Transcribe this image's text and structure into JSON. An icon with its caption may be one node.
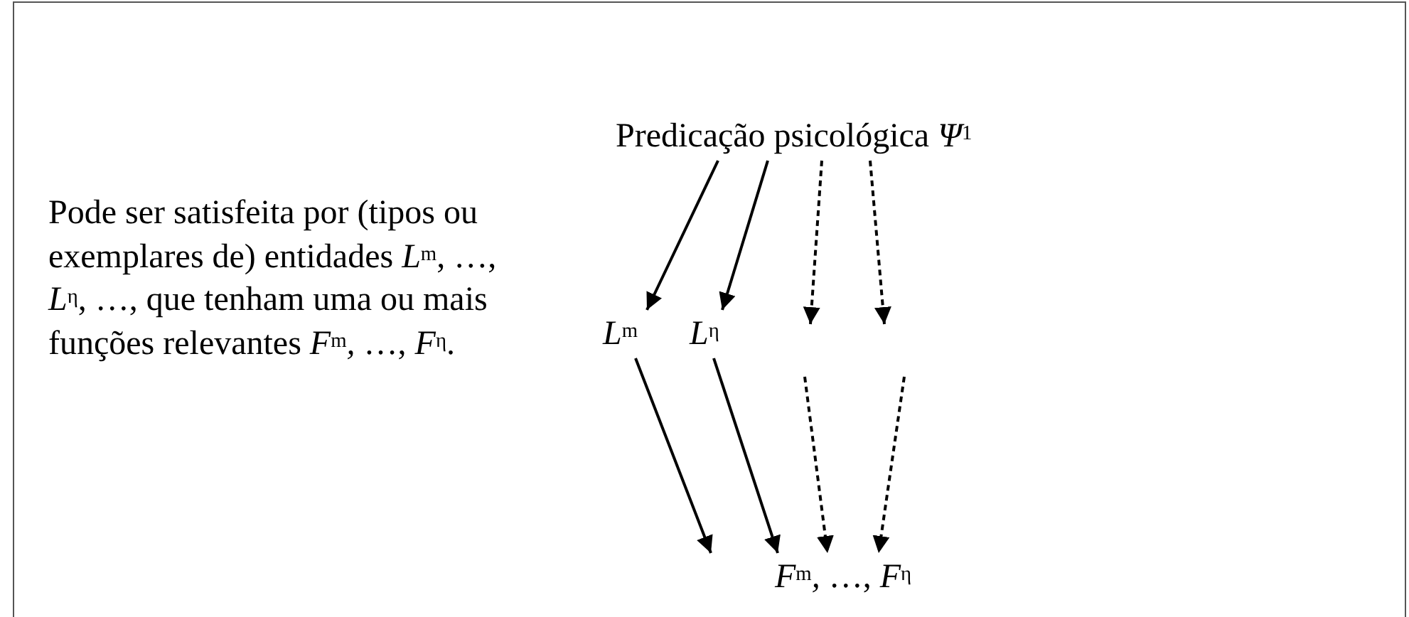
{
  "diagram": {
    "nodes": [
      {
        "text": [
          "Predicação psicológica *Ψ*$^{1}$"
        ]
      },
      {
        "text": [
          "*L*$^{m}$"
        ]
      },
      {
        "text": [
          "*L*$^{η}$"
        ]
      },
      {
        "text": [
          "*F*$^{m}$*,* …, *F*$^{η}$"
        ]
      }
    ],
    "edges": [
      {
        "from": 0,
        "to": 1,
        "arrow": "to"
      },
      {
        "from": 0,
        "to": 2,
        "arrow": "to"
      },
      {
        "from": 0,
        "to": null,
        "arrow": "to",
        "style": "dashed"
      },
      {
        "from": 0,
        "to": null,
        "arrow": "to",
        "style": "dashed"
      },
      {
        "from": 1,
        "to": 3,
        "arrow": "to"
      },
      {
        "from": 2,
        "to": 3,
        "arrow": "to"
      },
      {
        "from": null,
        "to": 3,
        "arrow": "to",
        "style": "dashed"
      },
      {
        "from": null,
        "to": 3,
        "arrow": "to",
        "style": "dashed"
      }
    ],
    "labels": [
      "Pode ser satisfeita por (tipos ou exemplares de) entidades *L*$^{m}$, …, *L*$^{η}$, …, que tenham uma ou mais funções relevantes *F*$^{m}$*,* …, *F*$^{η}$."
    ]
  }
}
